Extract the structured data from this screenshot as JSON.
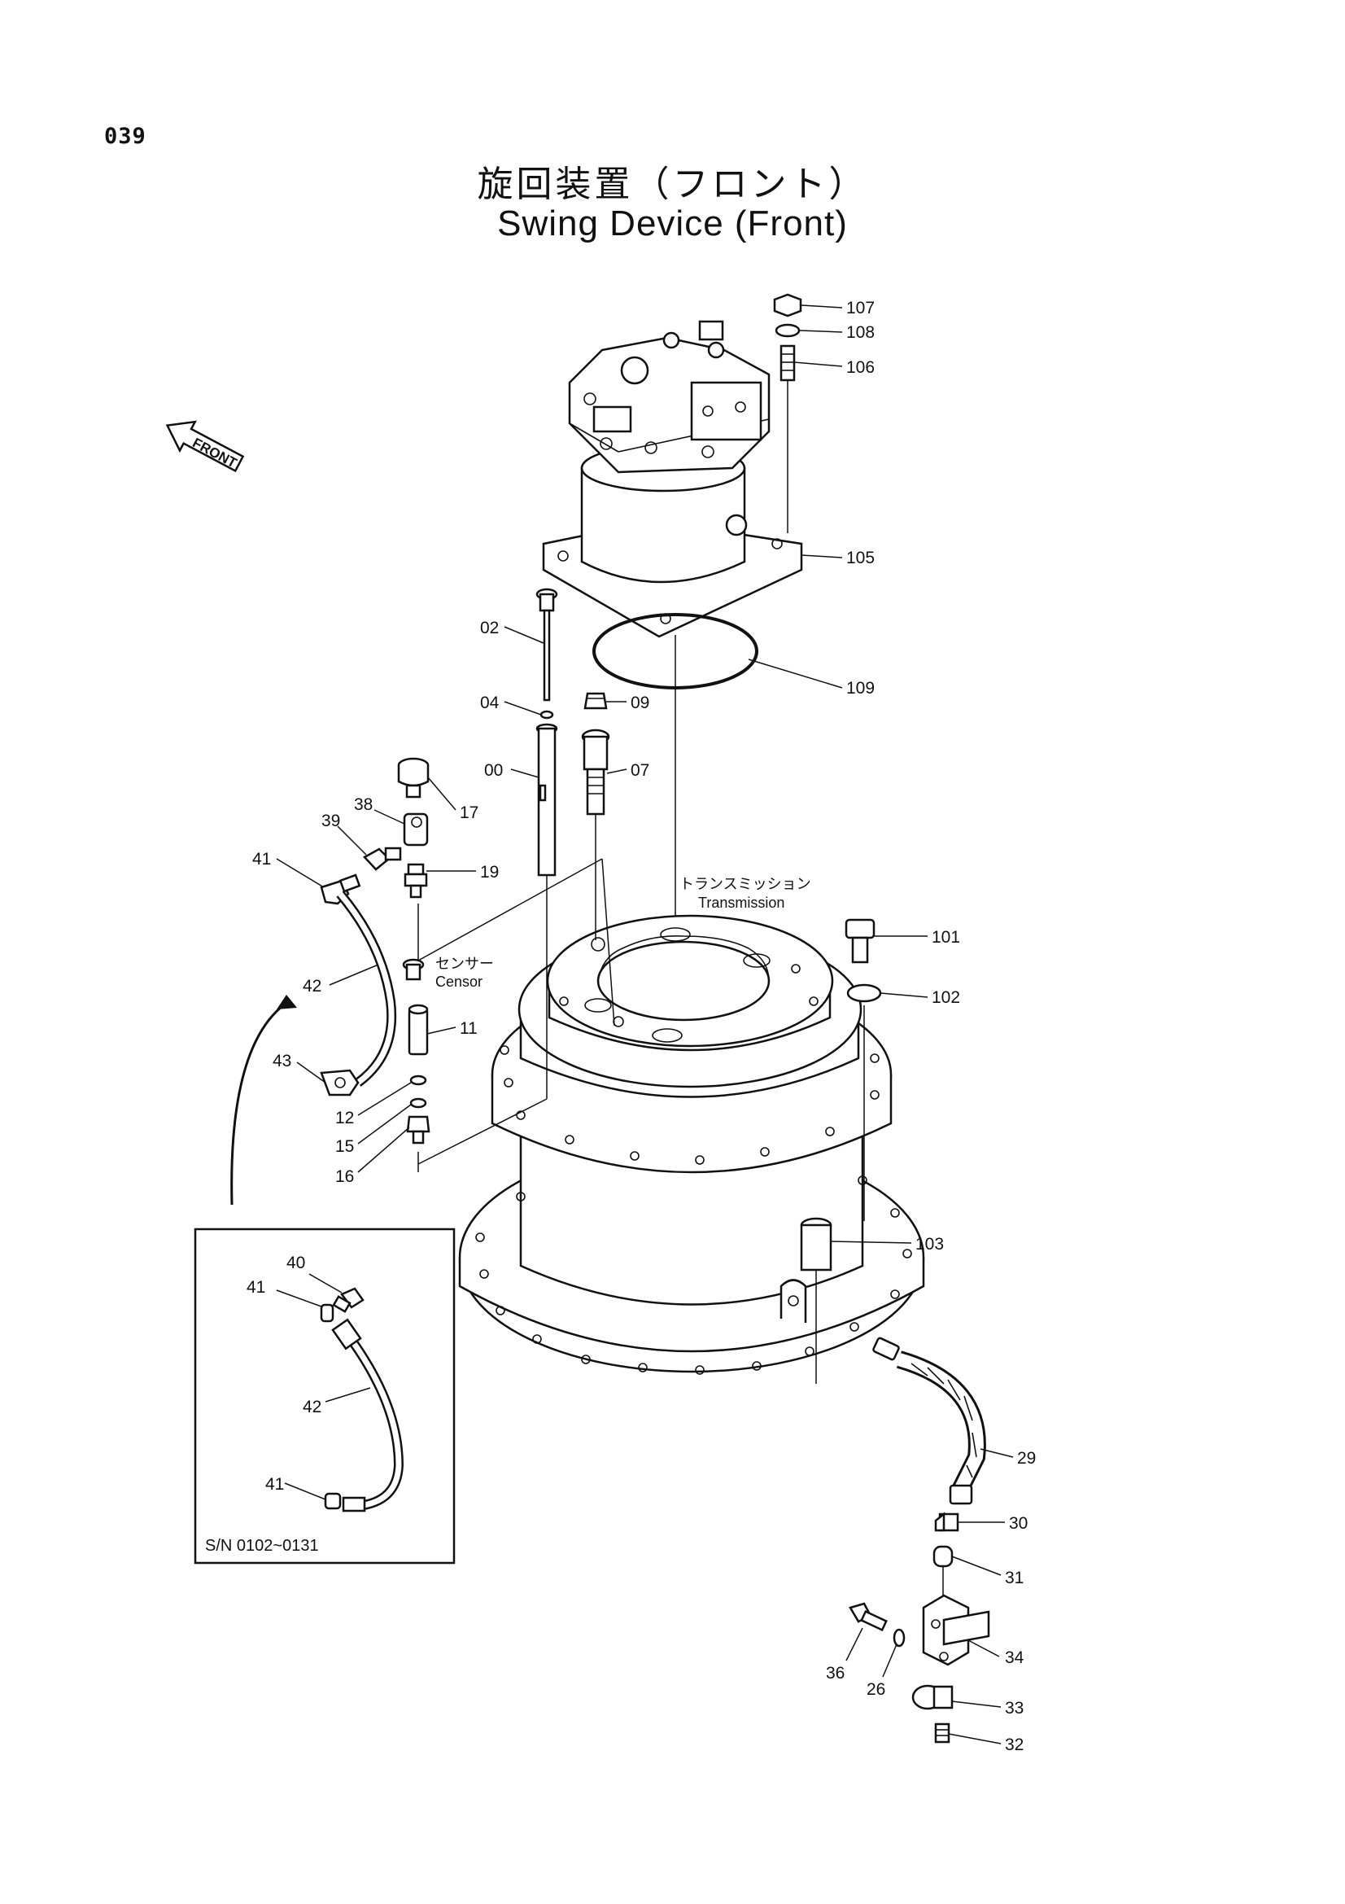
{
  "page_number": "039",
  "title_jp": "旋回装置（フロント）",
  "title_en": "Swing Device (Front)",
  "front_indicator": "FRONT",
  "annotations": {
    "transmission_jp": "トランスミッション",
    "transmission_en": "Transmission",
    "sensor_jp": "センサー",
    "sensor_en": "Censor"
  },
  "inset": {
    "caption": "S/N  0102~0131",
    "labels": [
      "40",
      "41",
      "42",
      "41"
    ]
  },
  "part_labels": {
    "p107": "107",
    "p108": "108",
    "p106": "106",
    "p105": "105",
    "p109": "109",
    "p02": "02",
    "p04": "04",
    "p09": "09",
    "p00": "00",
    "p07": "07",
    "p17": "17",
    "p38": "38",
    "p39": "39",
    "p41": "41",
    "p19": "19",
    "p101": "101",
    "p102": "102",
    "p42": "42",
    "p11": "11",
    "p43": "43",
    "p12": "12",
    "p15": "15",
    "p16": "16",
    "p103": "103",
    "p29": "29",
    "p30": "30",
    "p31": "31",
    "p36": "36",
    "p26": "26",
    "p34": "34",
    "p33": "33",
    "p32": "32"
  }
}
